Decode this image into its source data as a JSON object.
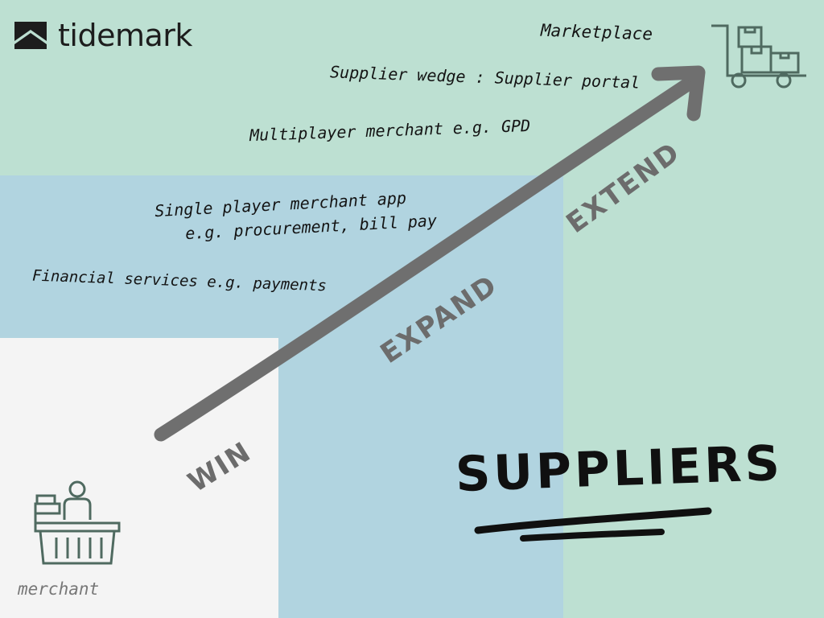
{
  "brand": {
    "name": "tidemark",
    "logo_icon": "tidemark-logo-icon"
  },
  "notes": {
    "marketplace": "Marketplace",
    "supplier_wedge": "Supplier wedge : Supplier portal",
    "multiplayer": "Multiplayer merchant e.g. GPD",
    "single_player_line1": "Single player merchant app",
    "single_player_line2": "e.g. procurement, bill pay",
    "financial": "Financial services e.g. payments"
  },
  "stages": {
    "win": "WIN",
    "expand": "EXPAND",
    "extend": "EXTEND"
  },
  "suppliers_title": "SUPPLIERS",
  "merchant_label": "merchant",
  "icons": {
    "supplier": "supplier-cart-icon",
    "merchant": "merchant-cashier-icon"
  },
  "colors": {
    "green_zone": "#bde0d2",
    "blue_zone": "#b1d4e0",
    "white_zone": "#f4f4f4",
    "arrow": "#6f6f6f",
    "icon": "#4f6a60"
  }
}
